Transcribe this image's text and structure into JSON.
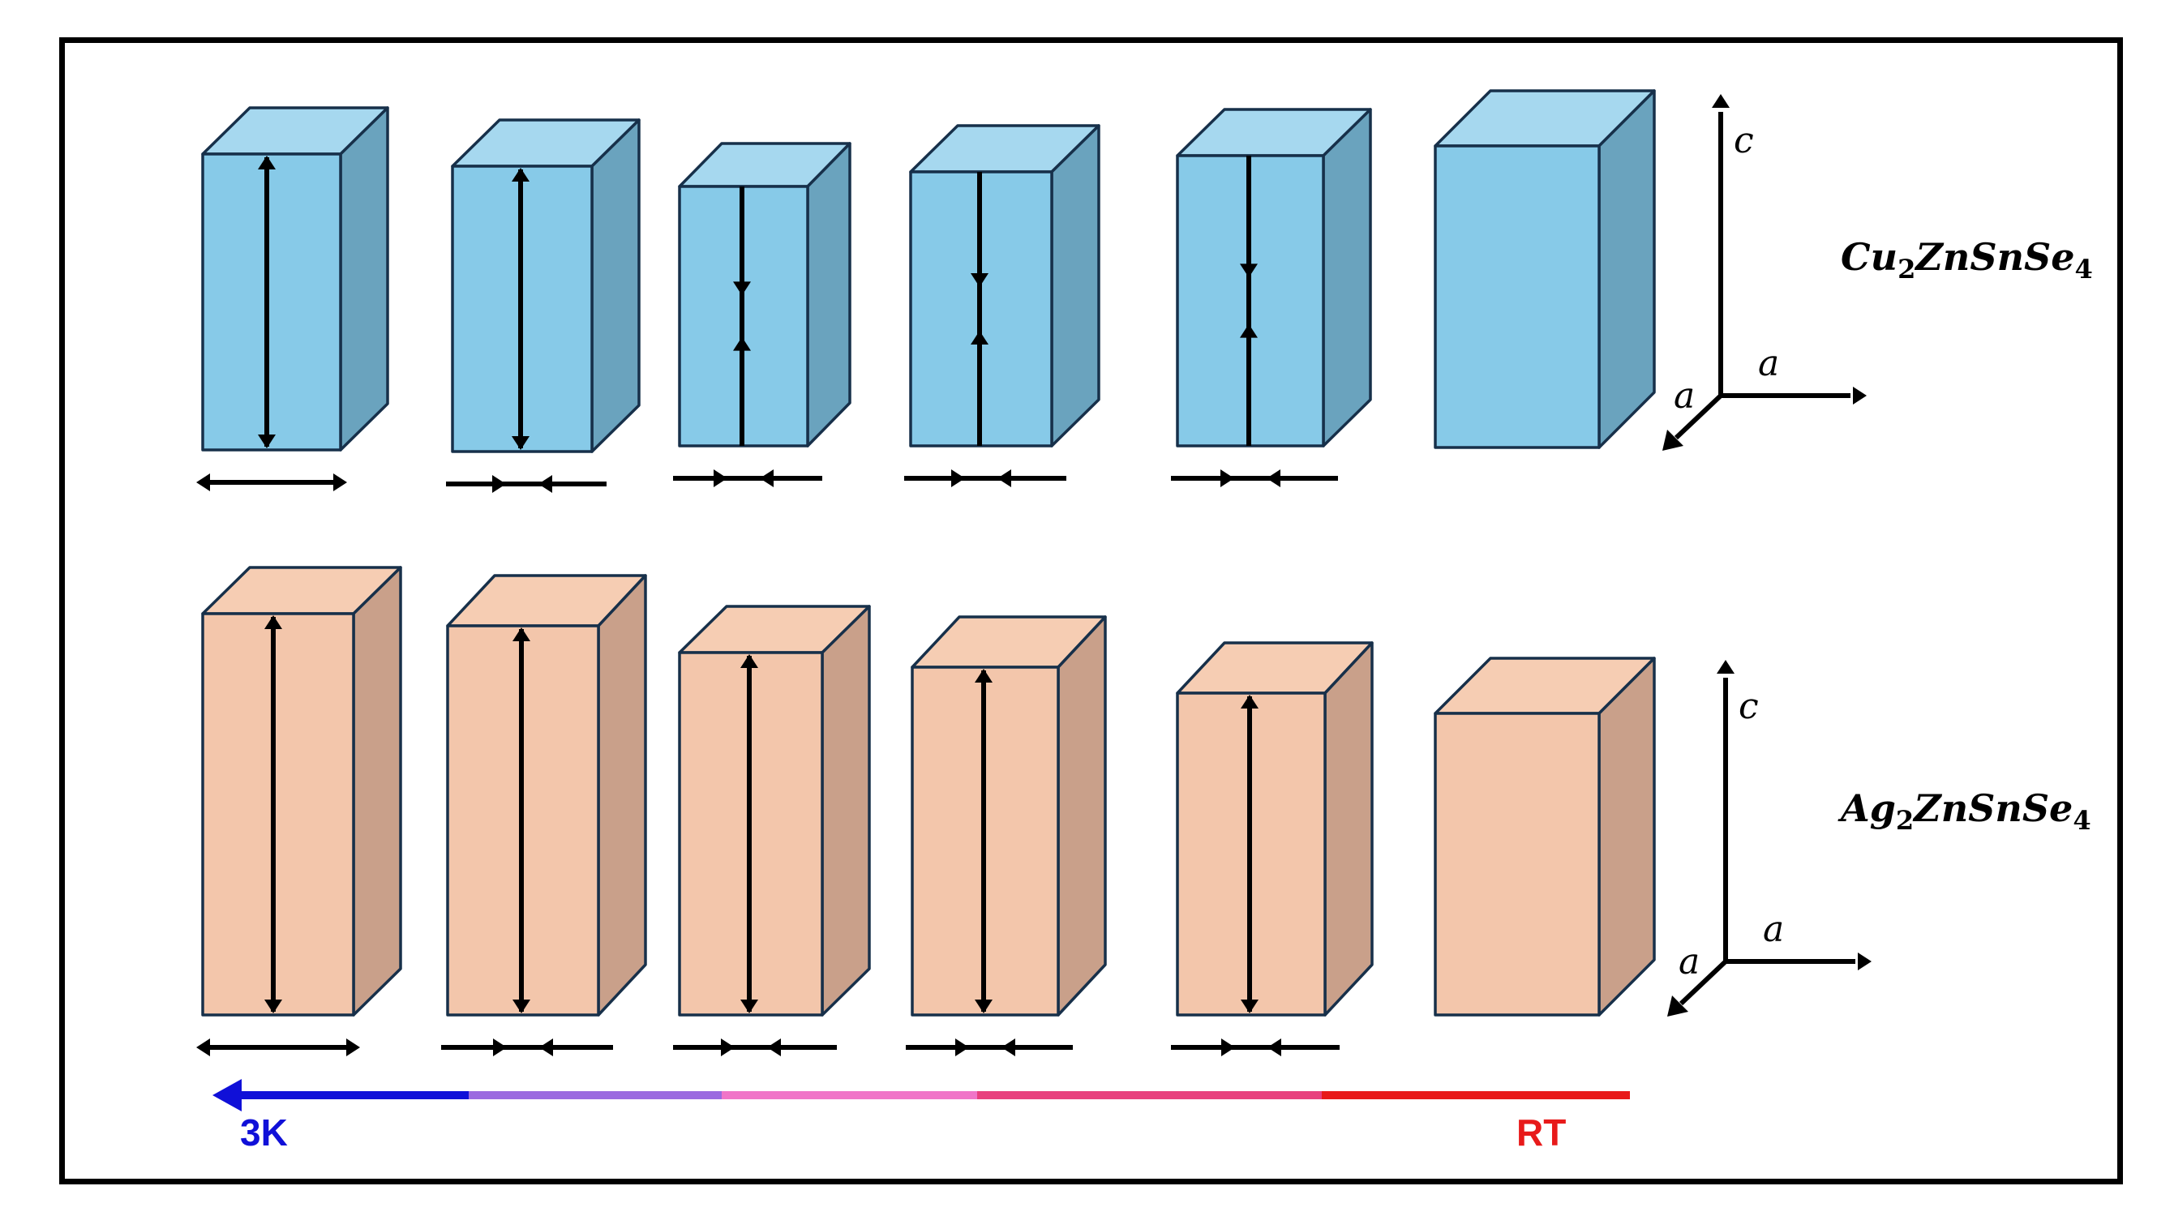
{
  "rows": [
    {
      "id": "cu",
      "formula": {
        "base": [
          "Cu",
          "ZnSnSe"
        ],
        "subs": [
          "2",
          "4"
        ]
      },
      "colors": {
        "front": "#87cae8",
        "top": "#a6d8ef",
        "side": "#6aa3be"
      },
      "c_arrows": [
        "expand",
        "expand",
        "contract",
        "contract",
        "contract",
        "none"
      ],
      "a_arrows": [
        "expand",
        "contract",
        "contract",
        "contract",
        "contract",
        "none"
      ]
    },
    {
      "id": "ag",
      "formula": {
        "base": [
          "Ag",
          "ZnSnSe"
        ],
        "subs": [
          "2",
          "4"
        ]
      },
      "colors": {
        "front": "#f3c6ab",
        "top": "#f6cdb3",
        "side": "#c9a08a"
      },
      "c_arrows": [
        "expand",
        "expand",
        "expand",
        "expand",
        "expand",
        "none"
      ],
      "a_arrows": [
        "expand",
        "contract",
        "contract",
        "contract",
        "contract",
        "none"
      ]
    }
  ],
  "axes_labels": {
    "c": "c",
    "a1": "a",
    "a2": "a"
  },
  "temperature_bar": {
    "low_label": "3K",
    "high_label": "RT",
    "low_color": "#1010d8",
    "high_color": "#e81a1a",
    "gradient": [
      "#1010d8",
      "#9b6ae0",
      "#f075c8",
      "#e8407e",
      "#e81a1a"
    ]
  },
  "icons": {
    "arrow_expand": "double-headed-arrow-icon",
    "arrow_contract": "inward-arrows-icon"
  }
}
